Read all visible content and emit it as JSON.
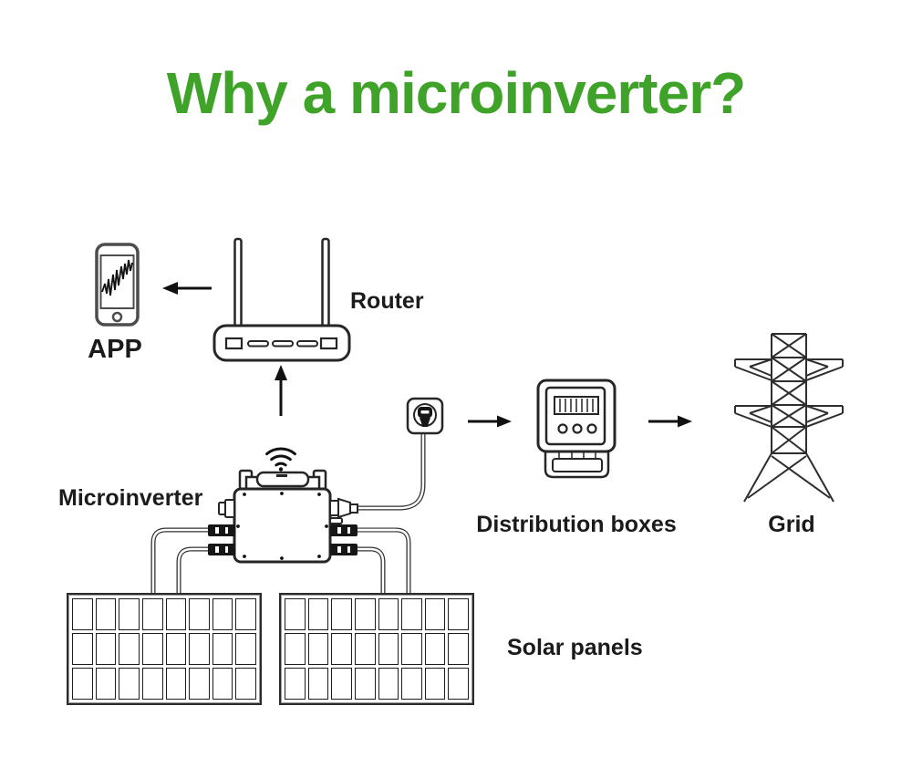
{
  "page": {
    "title": "Why a microinverter?",
    "title_color": "#3FA32A",
    "background_color": "#ffffff",
    "line_color": "#262626"
  },
  "diagram": {
    "nodes": [
      {
        "id": "app",
        "label": "APP",
        "icon": "smartphone-icon"
      },
      {
        "id": "router",
        "label": "Router",
        "icon": "wifi-router-icon"
      },
      {
        "id": "microinverter",
        "label": "Microinverter",
        "icon": "microinverter-icon"
      },
      {
        "id": "distribution",
        "label": "Distribution boxes",
        "icon": "electric-meter-icon"
      },
      {
        "id": "grid",
        "label": "Grid",
        "icon": "transmission-tower-icon"
      },
      {
        "id": "solar",
        "label": "Solar panels",
        "icon": "solar-panel-icon"
      }
    ],
    "solar_panels": {
      "count": 2,
      "columns": 8,
      "rows": 3
    },
    "connections": [
      {
        "from": "router",
        "to": "app",
        "style": "arrow-left"
      },
      {
        "from": "microinverter",
        "to": "router",
        "style": "wifi-signal-and-up-arrow"
      },
      {
        "from": "solar",
        "to": "microinverter",
        "style": "dc-cables"
      },
      {
        "from": "microinverter",
        "to": "distribution",
        "style": "ac-cable-wall-plug-arrow"
      },
      {
        "from": "distribution",
        "to": "grid",
        "style": "arrow-right"
      }
    ]
  }
}
